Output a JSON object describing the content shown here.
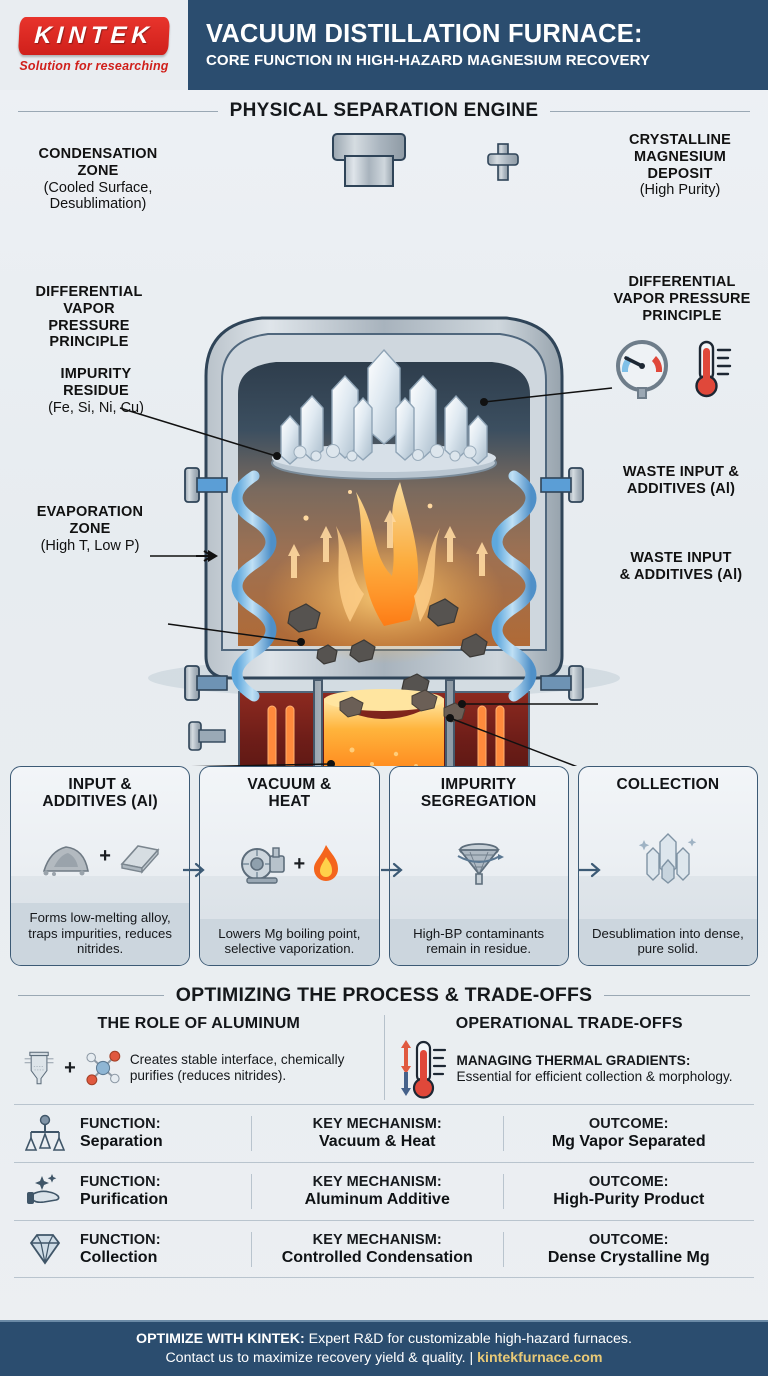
{
  "brand": {
    "logo_text": "KINTEK",
    "logo_tagline": "Solution for researching",
    "logo_color": "#d0201b"
  },
  "header": {
    "title": "VACUUM DISTILLATION FURNACE:",
    "subtitle": "CORE FUNCTION IN HIGH-HAZARD MAGNESIUM RECOVERY",
    "bg_color": "#2b4d6f"
  },
  "diagram": {
    "section_title": "PHYSICAL SEPARATION ENGINE",
    "labels": {
      "condensation_zone": {
        "title": "CONDENSATION\nZONE",
        "line1": "CONDENSATION",
        "line2": "ZONE",
        "sub1": "(Cooled Surface,",
        "sub2": "Desublimation)"
      },
      "differential_left": {
        "l1": "DIFFERENTIAL",
        "l2": "VAPOR",
        "l3": "PRESSURE",
        "l4": "PRINCIPLE"
      },
      "impurity_residue": {
        "l1": "IMPURITY",
        "l2": "RESIDUE",
        "sub": "(Fe, Si, Ni, Cu)"
      },
      "evaporation_zone": {
        "l1": "EVAPORATION",
        "l2": "ZONE",
        "sub": "(High T, Low P)"
      },
      "crystalline_deposit": {
        "l1": "CRYSTALLINE",
        "l2": "MAGNESIUM",
        "l3": "DEPOSIT",
        "sub": "(High Purity)"
      },
      "differential_right": {
        "l1": "DIFFERENTIAL",
        "l2": "VAPOR PRESSURE",
        "l3": "PRINCIPLE"
      },
      "waste_input_top": {
        "l1": "WASTE INPUT &",
        "l2": "ADDITIVES (Al)"
      },
      "waste_input_bottom": {
        "l1": "WASTE INPUT",
        "l2": "& ADDITIVES (Al)"
      }
    }
  },
  "process": {
    "steps": [
      {
        "title_l1": "INPUT &",
        "title_l2": "ADDITIVES (Al)",
        "icons": [
          "scrap-pile-icon",
          "plus-sign",
          "aluminum-ingot-icon"
        ],
        "desc": "Forms low-melting alloy, traps impurities, reduces nitrides."
      },
      {
        "title_l1": "VACUUM &",
        "title_l2": "HEAT",
        "icons": [
          "vacuum-pump-icon",
          "plus-sign",
          "flame-icon"
        ],
        "desc": "Lowers Mg boiling point, selective vaporization."
      },
      {
        "title_l1": "IMPURITY",
        "title_l2": "SEGREGATION",
        "icons": [
          "funnel-filter-icon"
        ],
        "desc": "High-BP contaminants remain in residue."
      },
      {
        "title_l1": "COLLECTION",
        "title_l2": "",
        "icons": [
          "crystal-cluster-icon"
        ],
        "desc": "Desublimation into dense, pure solid."
      }
    ]
  },
  "optimizing": {
    "section_title": "OPTIMIZING THE PROCESS & TRADE-OFFS",
    "columns": [
      {
        "heading": "THE ROLE OF ALUMINUM",
        "icons": [
          "crucible-icon",
          "plus-sign",
          "molecule-icon"
        ],
        "text_lead": "",
        "text": "Creates stable interface, chemically purifies (reduces nitrides)."
      },
      {
        "heading": "OPERATIONAL TRADE-OFFS",
        "icons": [
          "thermal-gradient-thermometer-icon"
        ],
        "text_lead": "MANAGING THERMAL GRADIENTS:",
        "text": "Essential for efficient collection & morphology."
      }
    ]
  },
  "summary_table": {
    "rows": [
      {
        "icon": "balance-scale-icon",
        "function_key": "FUNCTION:",
        "function_value": "Separation",
        "mechanism_key": "KEY MECHANISM:",
        "mechanism_value": "Vacuum & Heat",
        "outcome_key": "OUTCOME:",
        "outcome_value": "Mg Vapor Separated"
      },
      {
        "icon": "sparkle-hand-icon",
        "function_key": "FUNCTION:",
        "function_value": "Purification",
        "mechanism_key": "KEY MECHANISM:",
        "mechanism_value": "Aluminum Additive",
        "outcome_key": "OUTCOME:",
        "outcome_value": "High-Purity Product"
      },
      {
        "icon": "diamond-icon",
        "function_key": "FUNCTION:",
        "function_value": "Collection",
        "mechanism_key": "KEY MECHANISM:",
        "mechanism_value": "Controlled Condensation",
        "outcome_key": "OUTCOME:",
        "outcome_value": "Dense Crystalline Mg"
      }
    ]
  },
  "footer": {
    "cta_bold": "OPTIMIZE WITH KINTEK:",
    "cta_rest": " Expert R&D for customizable high-hazard furnaces.",
    "line2": "Contact us to maximize recovery yield & quality. | ",
    "website": "kintekfurnace.com",
    "website_color": "#e8c977"
  }
}
